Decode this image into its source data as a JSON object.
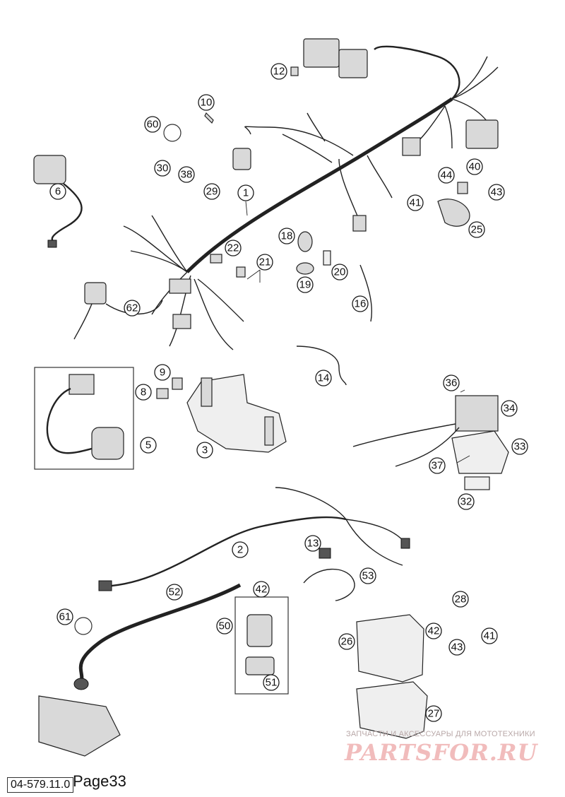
{
  "diagram": {
    "code": "04-579.11.0",
    "page": "Page33",
    "watermark": {
      "tagline": "ЗАПЧАСТИ И АКСЕССУАРЫ ДЛЯ МОТОТЕХНИКИ",
      "logo": "PARTSFOR.RU"
    },
    "callouts": [
      "1",
      "2",
      "3",
      "5",
      "6",
      "8",
      "9",
      "10",
      "12",
      "13",
      "14",
      "16",
      "18",
      "19",
      "20",
      "21",
      "22",
      "25",
      "26",
      "27",
      "28",
      "29",
      "30",
      "32",
      "33",
      "34",
      "36",
      "37",
      "38",
      "40",
      "41",
      "42",
      "43",
      "44",
      "50",
      "51",
      "52",
      "53",
      "60",
      "61",
      "62",
      "41",
      "42",
      "43"
    ]
  }
}
